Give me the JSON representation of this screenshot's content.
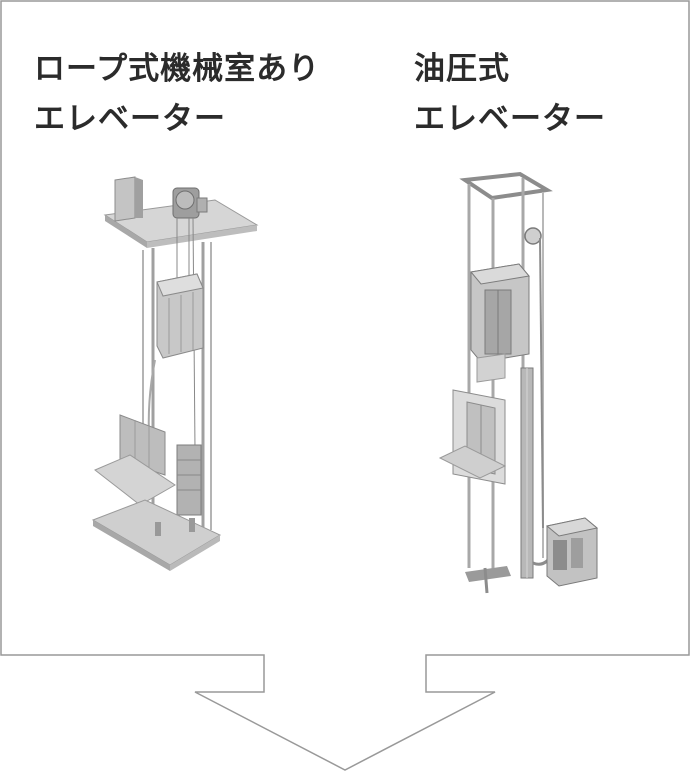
{
  "panels": {
    "rope": {
      "title_line1": "ロープ式機械室あり",
      "title_line2": "エレベーター"
    },
    "hydraulic": {
      "title_line1": "油圧式",
      "title_line2": "エレベーター"
    }
  },
  "colors": {
    "frame_stroke": "#999999",
    "title_text": "#2b2b2b",
    "machine_light": "#d9d9d9",
    "machine_mid": "#b8b8b8",
    "machine_dark": "#8c8c8c"
  },
  "icons": {
    "rope_elevator": "rope-elevator-illustration-icon",
    "hydraulic_elevator": "hydraulic-elevator-illustration-icon",
    "arrow": "down-arrow-icon"
  }
}
